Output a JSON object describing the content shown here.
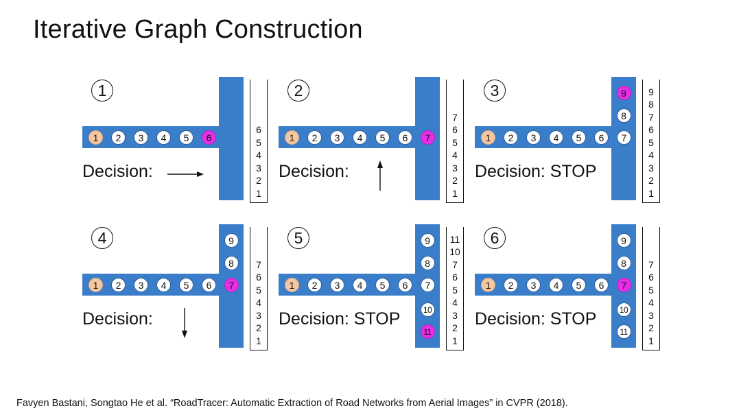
{
  "title": "Iterative Graph Construction",
  "citation": "Favyen Bastani, Songtao He et al. “RoadTracer: Automatic Extraction of Road Networks from Aerial Images” in CVPR (2018).",
  "colors": {
    "road": "#3a7dc9",
    "visited_node": "#f4c7a0",
    "current_node": "#e62ee6"
  },
  "panels": [
    {
      "number": "1",
      "decision_label": "Decision:",
      "arrow": "right",
      "horizontal_nodes": [
        {
          "label": "1",
          "state": "visited"
        },
        {
          "label": "2",
          "state": "normal"
        },
        {
          "label": "3",
          "state": "normal"
        },
        {
          "label": "4",
          "state": "normal"
        },
        {
          "label": "5",
          "state": "normal"
        },
        {
          "label": "6",
          "state": "current"
        }
      ],
      "vertical_nodes": [],
      "stack": [
        "6",
        "5",
        "4",
        "3",
        "2",
        "1"
      ]
    },
    {
      "number": "2",
      "decision_label": "Decision:",
      "arrow": "up",
      "horizontal_nodes": [
        {
          "label": "1",
          "state": "visited"
        },
        {
          "label": "2",
          "state": "normal"
        },
        {
          "label": "3",
          "state": "normal"
        },
        {
          "label": "4",
          "state": "normal"
        },
        {
          "label": "5",
          "state": "normal"
        },
        {
          "label": "6",
          "state": "normal"
        },
        {
          "label": "7",
          "state": "current"
        }
      ],
      "vertical_nodes": [],
      "stack": [
        "7",
        "6",
        "5",
        "4",
        "3",
        "2",
        "1"
      ]
    },
    {
      "number": "3",
      "decision_label": "Decision: STOP",
      "arrow": "none",
      "horizontal_nodes": [
        {
          "label": "1",
          "state": "visited"
        },
        {
          "label": "2",
          "state": "normal"
        },
        {
          "label": "3",
          "state": "normal"
        },
        {
          "label": "4",
          "state": "normal"
        },
        {
          "label": "5",
          "state": "normal"
        },
        {
          "label": "6",
          "state": "normal"
        },
        {
          "label": "7",
          "state": "normal"
        }
      ],
      "vertical_nodes": [
        {
          "label": "8",
          "state": "normal",
          "slot": "up1"
        },
        {
          "label": "9",
          "state": "current",
          "slot": "up2"
        }
      ],
      "stack": [
        "9",
        "8",
        "7",
        "6",
        "5",
        "4",
        "3",
        "2",
        "1"
      ]
    },
    {
      "number": "4",
      "decision_label": "Decision:",
      "arrow": "down",
      "horizontal_nodes": [
        {
          "label": "1",
          "state": "visited"
        },
        {
          "label": "2",
          "state": "normal"
        },
        {
          "label": "3",
          "state": "normal"
        },
        {
          "label": "4",
          "state": "normal"
        },
        {
          "label": "5",
          "state": "normal"
        },
        {
          "label": "6",
          "state": "normal"
        },
        {
          "label": "7",
          "state": "current"
        }
      ],
      "vertical_nodes": [
        {
          "label": "8",
          "state": "normal",
          "slot": "up1"
        },
        {
          "label": "9",
          "state": "normal",
          "slot": "up2"
        }
      ],
      "stack": [
        "7",
        "6",
        "5",
        "4",
        "3",
        "2",
        "1"
      ]
    },
    {
      "number": "5",
      "decision_label": "Decision: STOP",
      "arrow": "none",
      "horizontal_nodes": [
        {
          "label": "1",
          "state": "visited"
        },
        {
          "label": "2",
          "state": "normal"
        },
        {
          "label": "3",
          "state": "normal"
        },
        {
          "label": "4",
          "state": "normal"
        },
        {
          "label": "5",
          "state": "normal"
        },
        {
          "label": "6",
          "state": "normal"
        },
        {
          "label": "7",
          "state": "normal"
        }
      ],
      "vertical_nodes": [
        {
          "label": "8",
          "state": "normal",
          "slot": "up1"
        },
        {
          "label": "9",
          "state": "normal",
          "slot": "up2"
        },
        {
          "label": "10",
          "state": "normal",
          "slot": "down1"
        },
        {
          "label": "11",
          "state": "current",
          "slot": "down2"
        }
      ],
      "stack": [
        "11",
        "10",
        "7",
        "6",
        "5",
        "4",
        "3",
        "2",
        "1"
      ]
    },
    {
      "number": "6",
      "decision_label": "Decision: STOP",
      "arrow": "none",
      "horizontal_nodes": [
        {
          "label": "1",
          "state": "visited"
        },
        {
          "label": "2",
          "state": "normal"
        },
        {
          "label": "3",
          "state": "normal"
        },
        {
          "label": "4",
          "state": "normal"
        },
        {
          "label": "5",
          "state": "normal"
        },
        {
          "label": "6",
          "state": "normal"
        },
        {
          "label": "7",
          "state": "current"
        }
      ],
      "vertical_nodes": [
        {
          "label": "8",
          "state": "normal",
          "slot": "up1"
        },
        {
          "label": "9",
          "state": "normal",
          "slot": "up2"
        },
        {
          "label": "10",
          "state": "normal",
          "slot": "down1"
        },
        {
          "label": "11",
          "state": "normal",
          "slot": "down2"
        }
      ],
      "stack": [
        "7",
        "6",
        "5",
        "4",
        "3",
        "2",
        "1"
      ]
    }
  ]
}
